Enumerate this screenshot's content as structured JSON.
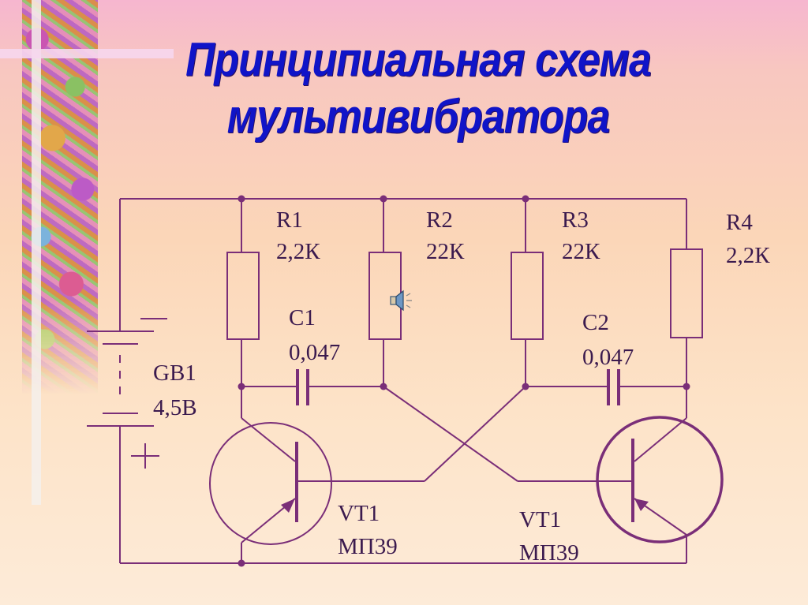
{
  "title": {
    "line1": "Принципиальная схема",
    "line2": "мультивибратора"
  },
  "components": {
    "R1": {
      "name": "R1",
      "value": "2,2К"
    },
    "R2": {
      "name": "R2",
      "value": "22К"
    },
    "R3": {
      "name": "R3",
      "value": "22К"
    },
    "R4": {
      "name": "R4",
      "value": "2,2К"
    },
    "C1": {
      "name": "C1",
      "value": "0,047"
    },
    "C2": {
      "name": "C2",
      "value": "0,047"
    },
    "GB1": {
      "name": "GB1",
      "value": "4,5В"
    },
    "VT_left": {
      "name": "VT1",
      "value": "МП39"
    },
    "VT_right": {
      "name": "VT1",
      "value": "МП39"
    }
  },
  "battery": {
    "minus_sign": "—",
    "plus_sign": "+"
  },
  "colors": {
    "title": "#1014c8",
    "wire": "#7a2e78",
    "label": "#3b1a4e"
  },
  "icons": {
    "speaker": "speaker-icon"
  }
}
